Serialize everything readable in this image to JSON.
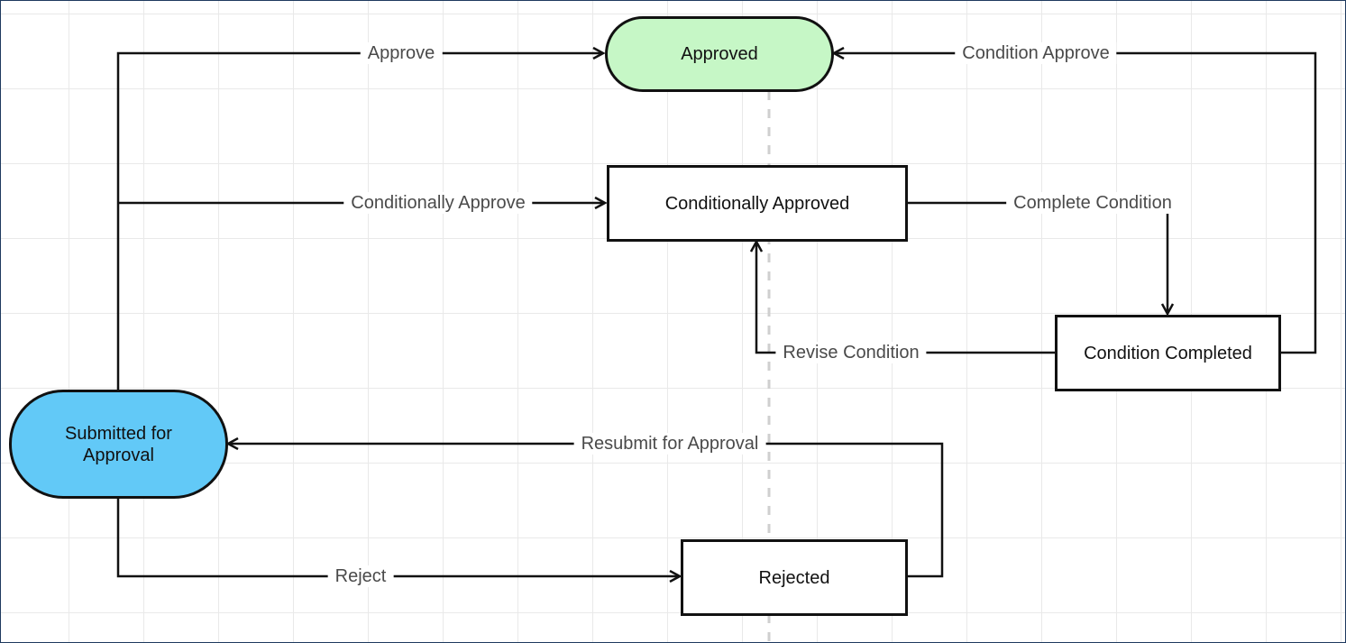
{
  "nodes": {
    "approved": "Approved",
    "conditionally_approved": "Conditionally Approved",
    "condition_completed": "Condition Completed",
    "submitted": "Submitted for Approval",
    "rejected": "Rejected"
  },
  "edges": {
    "approve": "Approve",
    "condition_approve": "Condition Approve",
    "conditionally_approve": "Conditionally Approve",
    "complete_condition": "Complete Condition",
    "revise_condition": "Revise Condition",
    "resubmit": "Resubmit for Approval",
    "reject": "Reject"
  },
  "colors": {
    "approved_fill": "#c6f7c6",
    "submitted_fill": "#62c9f7",
    "line": "#111111"
  }
}
